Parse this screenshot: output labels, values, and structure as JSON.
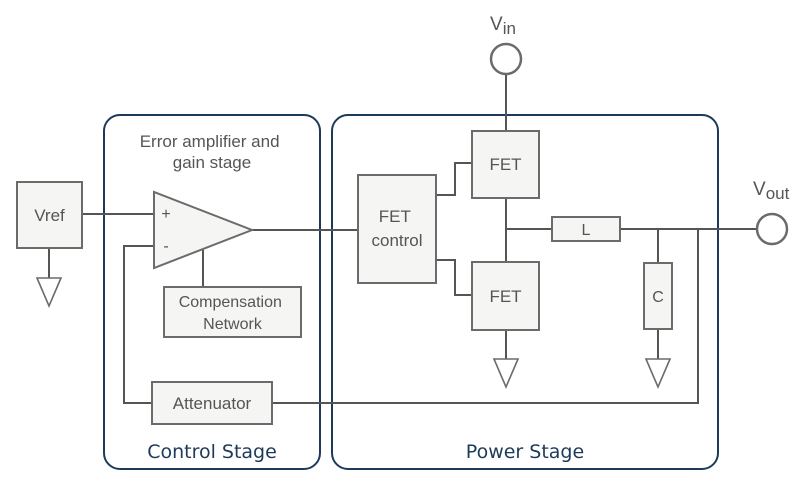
{
  "vin": {
    "main": "V",
    "sub": "in"
  },
  "vout": {
    "main": "V",
    "sub": "out"
  },
  "vref": "Vref",
  "error_amp": {
    "line1": "Error amplifier and",
    "line2": "gain stage"
  },
  "amp_plus": "+",
  "amp_minus": "-",
  "compensation": {
    "line1": "Compensation",
    "line2": "Network"
  },
  "fet_control": {
    "line1": "FET",
    "line2": "control"
  },
  "fet_high": "FET",
  "fet_low": "FET",
  "inductor": "L",
  "capacitor": "C",
  "attenuator": "Attenuator",
  "control_stage": "Control Stage",
  "power_stage": "Power Stage"
}
